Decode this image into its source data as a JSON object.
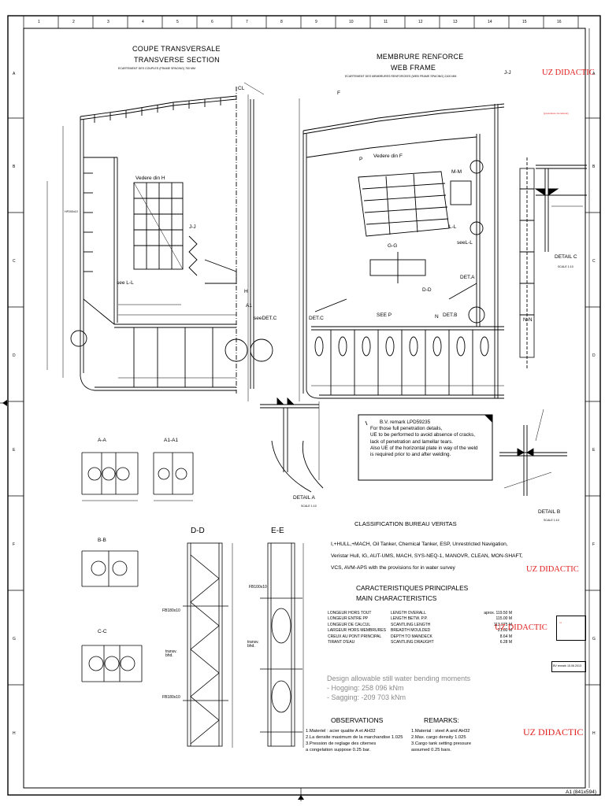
{
  "border": {
    "top_numbers": [
      "1",
      "2",
      "3",
      "4",
      "5",
      "6",
      "7",
      "8",
      "9",
      "10",
      "11",
      "12",
      "13",
      "14",
      "15",
      "16"
    ],
    "side_letters": [
      "A",
      "B",
      "C",
      "D",
      "E",
      "F",
      "G",
      "H"
    ]
  },
  "transverse_section": {
    "title_fr": "COUPE TRANSVERSALE",
    "title_en": "TRANSVERSE SECTION",
    "spacing": "ECARTEMENT DES COUPLES (FRAME SPACING) 700 MM",
    "vedere": "Vedere din H",
    "see_l": "see L-L",
    "see_det_c": "seeDET.C",
    "j_j": "J-J",
    "h": "H",
    "cl": "CL",
    "a1": "A1",
    "plate_label": "HP200x10"
  },
  "web_frame": {
    "title_fr": "MEMBRURE RENFORCE",
    "title_en": "WEB FRAME",
    "spacing": "ECARTEMENT DES MEMBRURES RENFORCEES (WEB FRAME SPACING) 2100 MM",
    "vedere": "Vedere din F",
    "f": "F",
    "j_j": "J-J",
    "m_m": "M-M",
    "l_l": "L-L",
    "g_g": "G-G",
    "d_d": "D-D",
    "n_n": "N-N",
    "see_l": "seeL-L",
    "det_a": "DET.A",
    "det_c": "DET.C",
    "det_b": "DET.B",
    "see_p": "SEE P",
    "p": "P",
    "n": "N"
  },
  "sections": {
    "a_a": "A-A",
    "a1_a1": "A1-A1",
    "b_b": "B-B",
    "c_c": "C-C",
    "d_d": "D-D",
    "e_e": "E-E",
    "fb1": "FB180x10",
    "fb2": "FB100x10",
    "transv1": "transv. bhd.",
    "transv2": "transv. bhd."
  },
  "details": {
    "detail_a": "DETAIL A",
    "detail_b": "DETAIL B",
    "detail_c": "DETAIL C",
    "scale": "SCALE 1:10"
  },
  "bv_remark": {
    "header": "B.V. remark LPD59235",
    "lines": [
      "For those full penetration details,",
      "UE to be performed to avoid absence of cracks,",
      "lack of penetration and lamellar tears.",
      "Also UE of the horizontal plate in way of the weld",
      "is required prior to and after welding."
    ]
  },
  "classification": {
    "title": "CLASSIFICATION BUREAU VERITAS",
    "lines": [
      "I,+HULL,+MACH, Oil Tanker, Chemical Tanker, ESP, Unrestricted Navigation,",
      "Veristar Hull, IG, AUT-UMS, MACH, SYS-NEQ-1, MANOVR, CLEAN, MON-SHAFT,",
      "VCS, AVM-APS with the provisions for in water survey"
    ]
  },
  "characteristics": {
    "title_fr": "CARACTERISTIQUES PRINCIPALES",
    "title_en": "MAIN CHARACTERISTICS",
    "rows": [
      {
        "fr": "LONGEUR HORS TOUT",
        "en": "LENGTH OVERALL",
        "val": "aprox. 119.50 M"
      },
      {
        "fr": "LONGEUR ENTRE PP",
        "en": "LENGTH BETW. P.P.",
        "val": "115.00 M"
      },
      {
        "fr": "LONGEUR DE CALCUL",
        "en": "SCANTLING LENGTH",
        "val": "113.975 M"
      },
      {
        "fr": "LARGEUR HORS MEMBRURES",
        "en": "BREADTH MOULDED",
        "val": "21.60 M"
      },
      {
        "fr": "CREUX AU PONT PRINCIPAL",
        "en": "DEPTH TO MAINDECK",
        "val": "8.64 M"
      },
      {
        "fr": "TIRANT D'EAU",
        "en": "SCANTLING DRAUGHT",
        "val": "6.28 M"
      }
    ]
  },
  "bending": {
    "title": "Design allowable still water bending moments",
    "hogging": "- Hogging: 258 096 kNm",
    "sagging": "- Sagging: -209 703 kNm"
  },
  "observations": {
    "title": "OBSERVATIONS",
    "lines": [
      "1.Materiel : acier qualite A et AH32",
      "2.La densite  maximum de la marchandise 1.025",
      "3.Pression de reglage des citernes",
      "  a congelation suppose 0.25 bar."
    ]
  },
  "remarks": {
    "title": "REMARKS:",
    "lines": [
      "1.Material : steel A and AH32",
      "2.Max. cargo density 1.025",
      "3.Cargo tank setting pressure",
      "  assumed 0.25 bars."
    ]
  },
  "watermarks": {
    "w1": "UZ DIDACTIC",
    "w2": "UZ DIDACTIC",
    "w3": "UZ DIDACTIC",
    "w4": "UZ DIDACTIC",
    "sub1": "(prezentare document)"
  },
  "title_block": {
    "rev_note": "BV remark 15.06.2013",
    "sheet_size": "A1 (841x594)"
  },
  "colors": {
    "ink": "#000000",
    "watermark": "#e0201e",
    "faint": "#8a8a8a"
  }
}
